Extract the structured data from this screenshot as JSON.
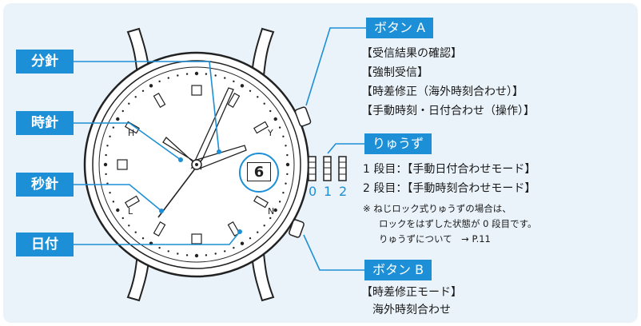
{
  "hands_labels": {
    "minute": "分針",
    "hour": "時針",
    "second": "秒針",
    "date": "日付"
  },
  "date_value": "6",
  "button_a": {
    "title": "ボタン A",
    "items": [
      "【受信結果の確認】",
      "【強制受信】",
      "【時差修正（海外時刻合わせ）】",
      "【手動時刻・日付合わせ（操作）】"
    ]
  },
  "crown": {
    "title": "りゅうず",
    "positions": [
      "0",
      "1",
      "2"
    ],
    "items": [
      "1 段目：【手動日付合わせモード】",
      "2 段目：【手動時刻合わせモード】"
    ],
    "notes": [
      "※ ねじロック式りゅうずの場合は、",
      "ロックをはずした状態が 0 段目です。",
      "りゅうずについて　→ P.11"
    ]
  },
  "button_b": {
    "title": "ボタン B",
    "items": [
      "【時差修正モード】",
      "海外時刻合わせ"
    ]
  },
  "colors": {
    "accent": "#1d8fd6",
    "background": "#eaf3fa",
    "ink": "#222222"
  }
}
